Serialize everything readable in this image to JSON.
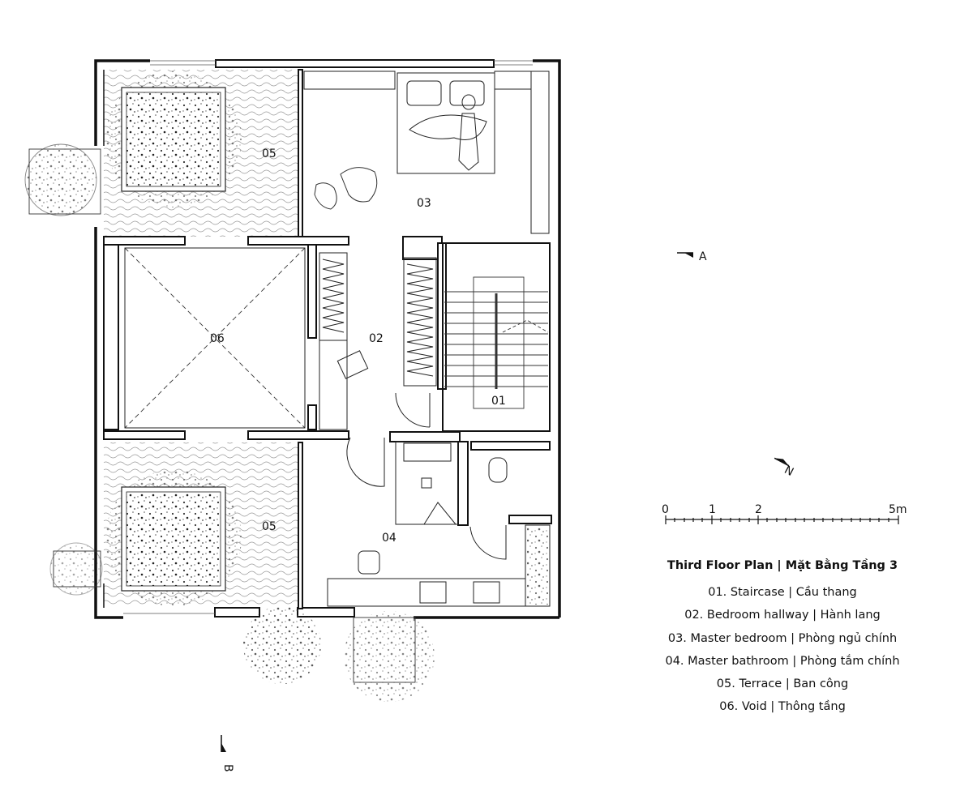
{
  "rooms": {
    "r01": "01",
    "r02": "02",
    "r03": "03",
    "r04": "04",
    "r05_top": "05",
    "r05_bottom": "05",
    "r06": "06"
  },
  "section_markers": {
    "a": "A",
    "b": "B"
  },
  "north_label": "N",
  "scale_bar": {
    "labels": [
      "0",
      "1",
      "2",
      "5m"
    ]
  },
  "legend": {
    "title": "Third Floor Plan | Mặt Bằng Tầng  3",
    "items": [
      "01. Staircase | Cầu thang",
      "02. Bedroom hallway | Hành lang",
      "03. Master bedroom | Phòng ngủ chính",
      "04. Master bathroom | Phòng tắm chính",
      "05. Terrace | Ban công",
      "06. Void | Thông tầng"
    ]
  }
}
